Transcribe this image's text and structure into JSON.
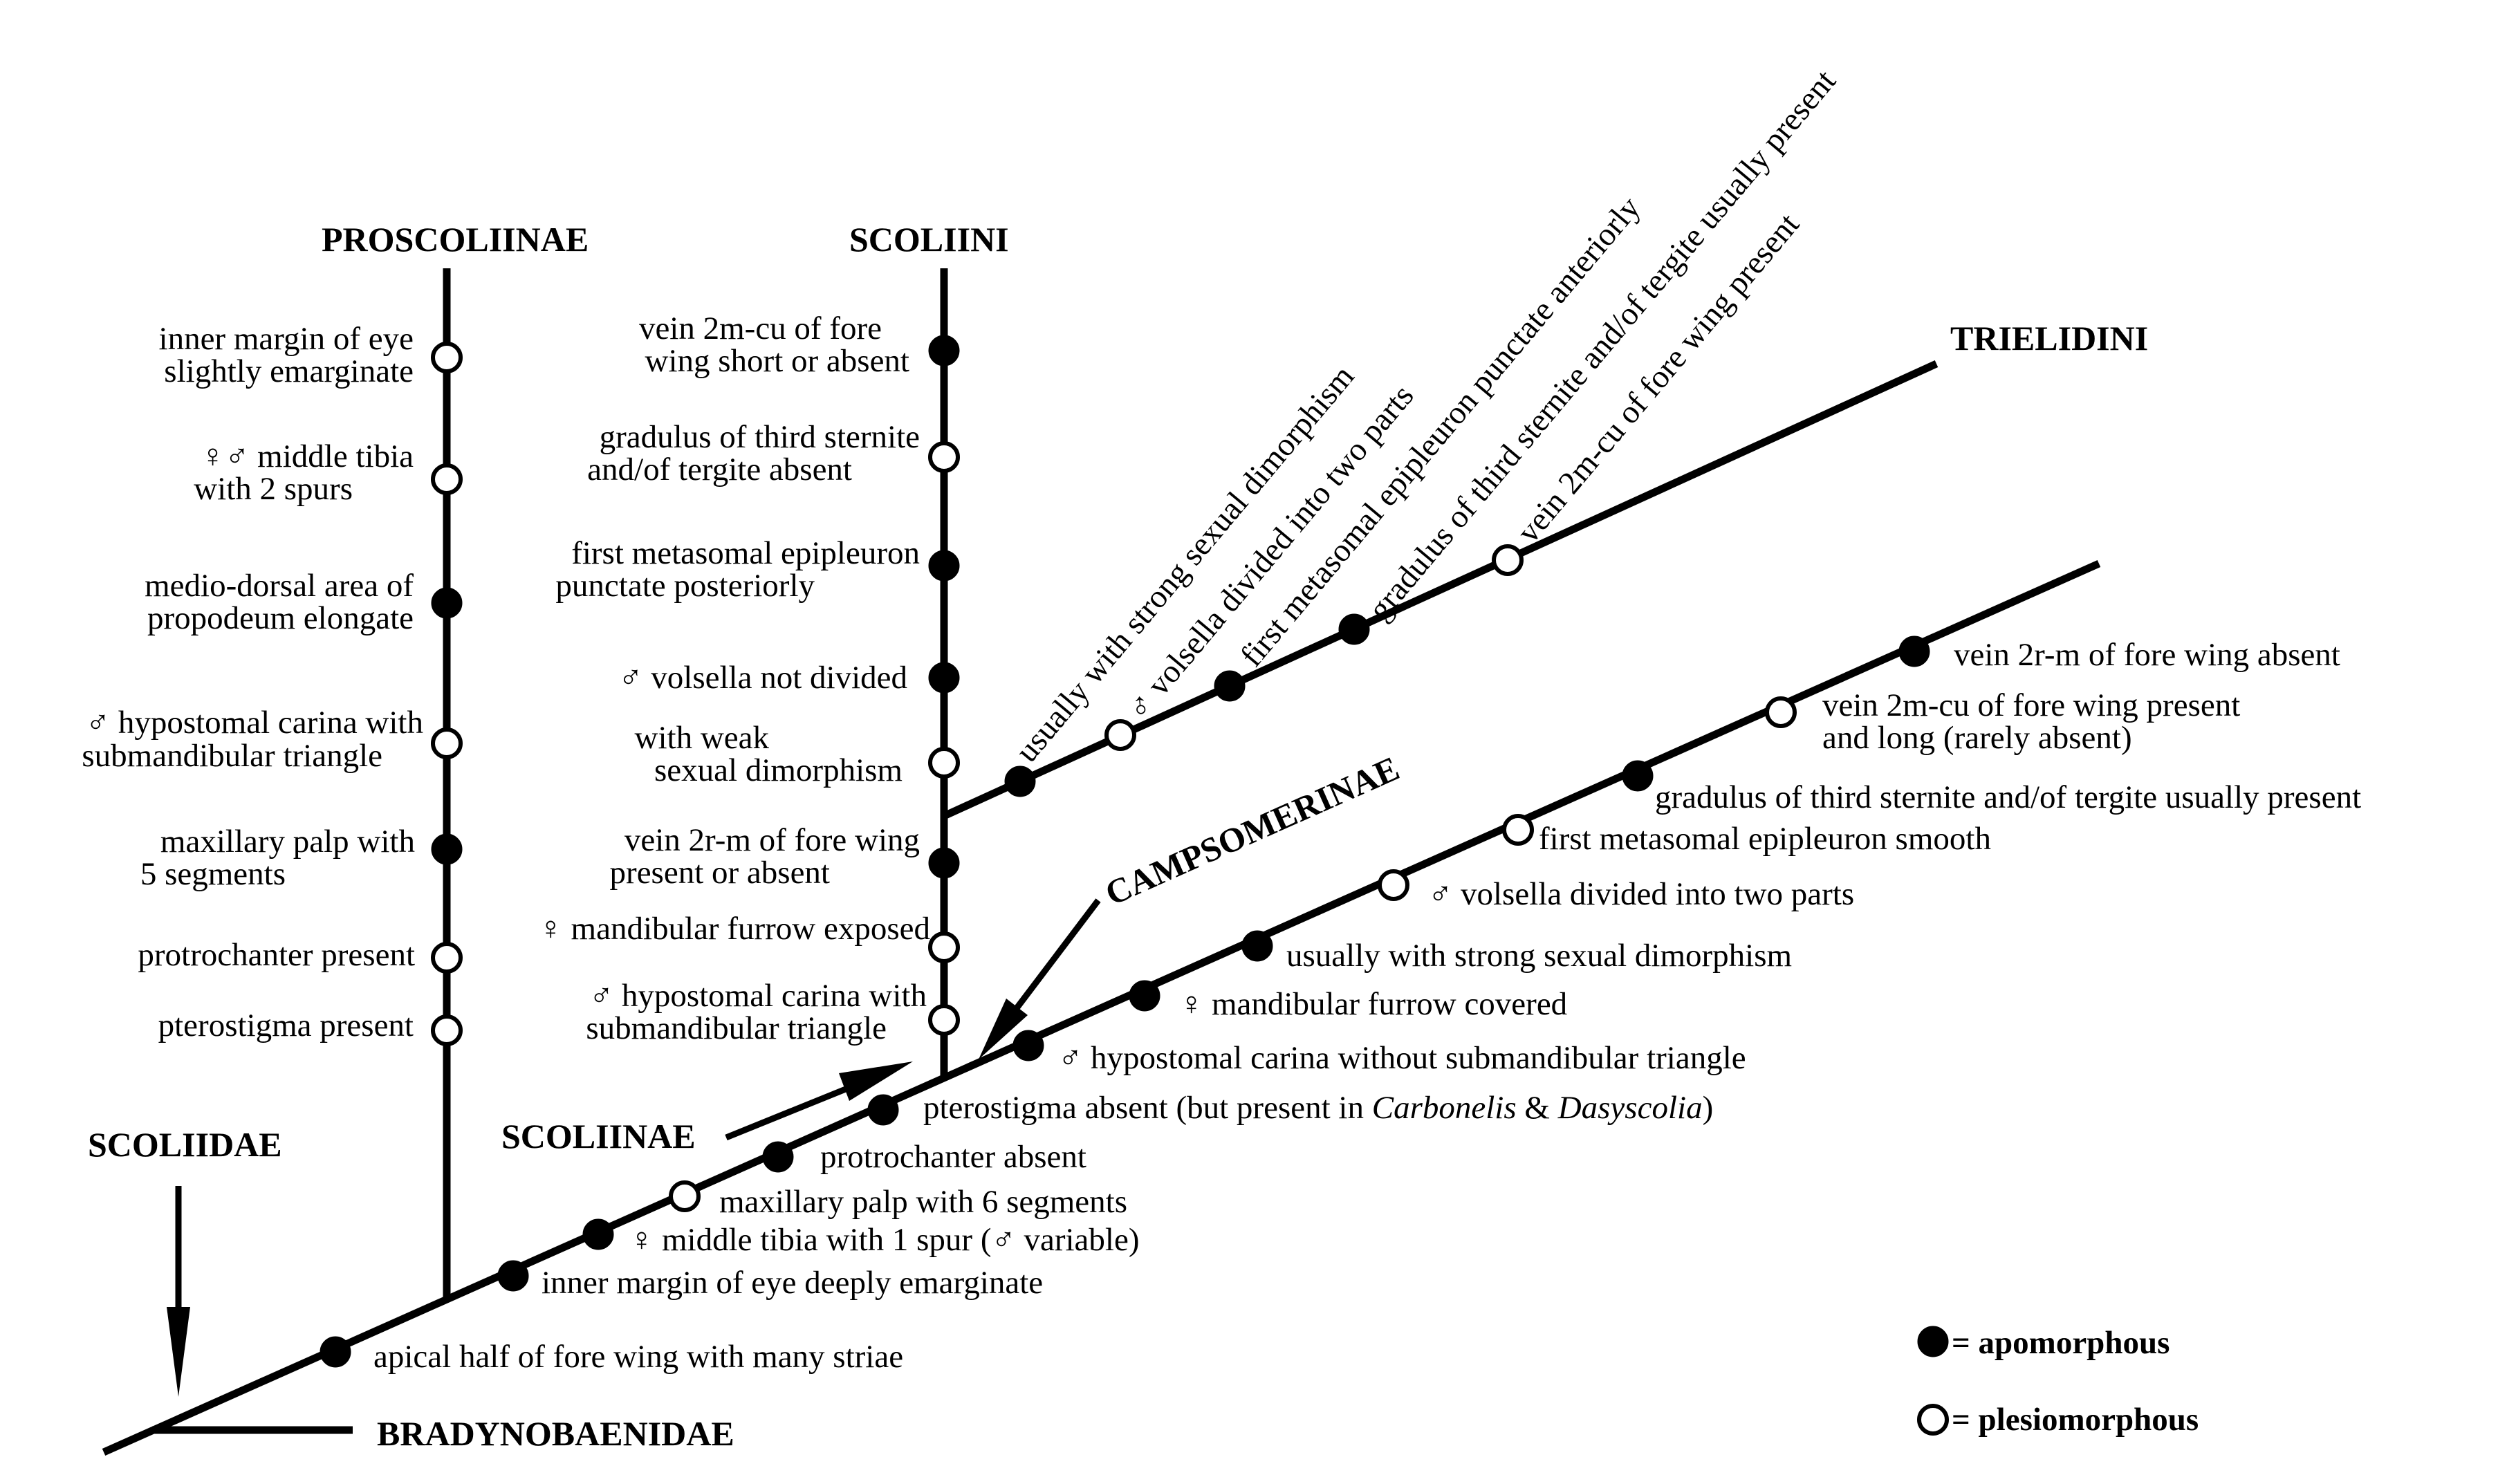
{
  "groups": {
    "proscoliinae": "PROSCOLIINAE",
    "scoliini": "SCOLIINI",
    "trielidini": "TRIELIDINI",
    "campsomerinae": "CAMPSOMERINAE",
    "scoliinae": "SCOLIINAE",
    "scoliidae": "SCOLIIDAE",
    "bradynobaenidae": "BRADYNOBAENIDAE"
  },
  "proscoliinae_characters": [
    {
      "line1": "inner margin of eye",
      "line2": "slightly emarginate",
      "state": "plesiomorphous"
    },
    {
      "line1": "♀♂ middle tibia",
      "line2": "with 2 spurs",
      "state": "plesiomorphous"
    },
    {
      "line1": "medio-dorsal area of",
      "line2": "propodeum elongate",
      "state": "apomorphous"
    },
    {
      "line1": "♂ hypostomal carina with",
      "line2": "submandibular triangle",
      "state": "plesiomorphous"
    },
    {
      "line1": "maxillary palp with",
      "line2": "5 segments",
      "state": "apomorphous"
    },
    {
      "line1": "protrochanter present",
      "line2": "",
      "state": "plesiomorphous"
    },
    {
      "line1": "pterostigma present",
      "line2": "",
      "state": "plesiomorphous"
    }
  ],
  "scoliini_characters": [
    {
      "line1": "vein 2m-cu of fore",
      "line2": "wing short or absent",
      "state": "apomorphous"
    },
    {
      "line1": "gradulus of third sternite",
      "line2": "and/of tergite absent",
      "state": "plesiomorphous"
    },
    {
      "line1": "first metasomal epipleuron",
      "line2": "punctate posteriorly",
      "state": "apomorphous"
    },
    {
      "line1": "♂ volsella not divided",
      "line2": "",
      "state": "apomorphous"
    },
    {
      "line1": "with weak",
      "line2": "sexual dimorphism",
      "state": "plesiomorphous"
    },
    {
      "line1": "vein 2r-m of fore wing",
      "line2": "present or absent",
      "state": "apomorphous"
    },
    {
      "line1": "♀ mandibular furrow exposed",
      "line2": "",
      "state": "plesiomorphous"
    },
    {
      "line1": "♂ hypostomal carina with",
      "line2": "submandibular triangle",
      "state": "plesiomorphous"
    }
  ],
  "trielidini_characters": [
    {
      "text": "usually with strong sexual dimorphism",
      "state": "apomorphous"
    },
    {
      "text": "♂ volsella divided into two parts",
      "state": "plesiomorphous"
    },
    {
      "text": "first metasomal epipleuron punctate anteriorly",
      "state": "apomorphous"
    },
    {
      "text": "gradulus of third sternite and/of tergite usually present",
      "state": "apomorphous"
    },
    {
      "text": "vein 2m-cu of fore wing present",
      "state": "plesiomorphous"
    }
  ],
  "campsomerinae_characters": [
    {
      "line1": "vein 2r-m of fore wing absent",
      "line2": "",
      "state": "apomorphous"
    },
    {
      "line1": "vein 2m-cu of fore wing present",
      "line2": "and long (rarely absent)",
      "state": "plesiomorphous"
    },
    {
      "line1": "gradulus of third sternite and/of tergite usually present",
      "line2": "",
      "state": "apomorphous"
    },
    {
      "line1": "first metasomal epipleuron smooth",
      "line2": "",
      "state": "plesiomorphous"
    },
    {
      "line1": "♂ volsella divided into two parts",
      "line2": "",
      "state": "plesiomorphous"
    },
    {
      "line1": "usually with strong sexual dimorphism",
      "line2": "",
      "state": "apomorphous"
    },
    {
      "line1": "♀ mandibular furrow covered",
      "line2": "",
      "state": "apomorphous"
    },
    {
      "line1": "♂ hypostomal carina without submandibular triangle",
      "line2": "",
      "state": "apomorphous"
    }
  ],
  "stem_characters": [
    {
      "text": "pterostigma absent (but present in ",
      "italic1": "Carbonelis",
      "mid": " & ",
      "italic2": "Dasyscolia",
      "end": ")",
      "state": "apomorphous"
    },
    {
      "text": "protrochanter absent",
      "state": "apomorphous"
    },
    {
      "text": "maxillary palp with 6 segments",
      "state": "plesiomorphous"
    },
    {
      "text": "♀ middle tibia with 1 spur (♂ variable)",
      "state": "apomorphous"
    },
    {
      "text": "inner margin of eye deeply emarginate",
      "state": "apomorphous"
    },
    {
      "text": "apical half of fore wing with many striae",
      "state": "apomorphous"
    }
  ],
  "legend": {
    "apomorphous": "= apomorphous",
    "plesiomorphous": "= plesiomorphous"
  }
}
